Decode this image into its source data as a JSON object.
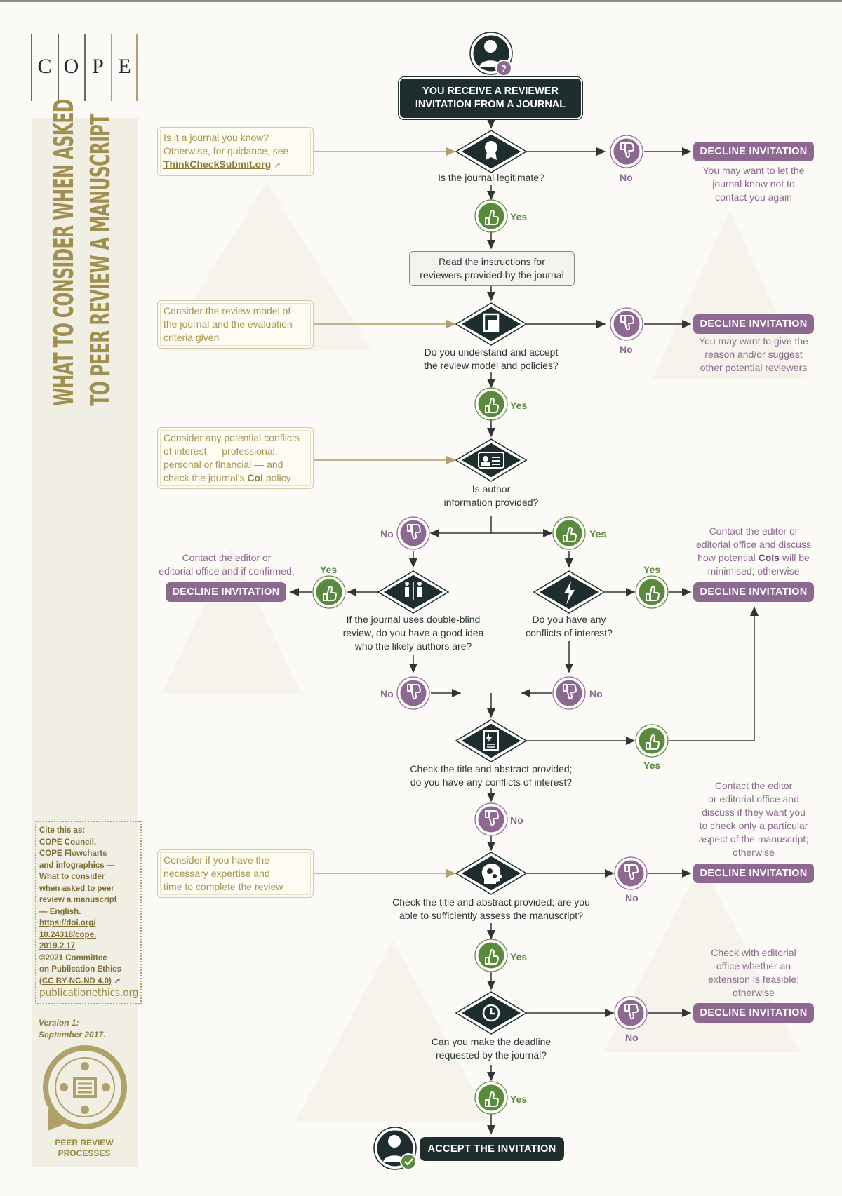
{
  "logo": {
    "letters": [
      "C",
      "O",
      "P",
      "E"
    ]
  },
  "side_title": [
    "WHAT TO CONSIDER WHEN ASKED",
    "TO PEER REVIEW A MANUSCRIPT"
  ],
  "citation": {
    "lines": [
      "Cite this as:",
      "COPE Council.",
      "COPE Flowcharts",
      "and infographics —",
      "What to consider",
      "when asked to peer",
      "review a manuscript",
      "— English."
    ],
    "doi_lines": [
      "https://doi.org/",
      "10.24318/cope.",
      "2019.2.17"
    ],
    "copyright_lines": [
      "©2021 Committee",
      "on Publication Ethics"
    ],
    "license": "(CC BY-NC-ND 4.0)",
    "site": "publicationethics.org"
  },
  "version": [
    "Version 1:",
    "September 2017."
  ],
  "badge_label": [
    "PEER REVIEW",
    "PROCESSES"
  ],
  "start": {
    "line1": "YOU RECEIVE A REVIEWER",
    "line2": "INVITATION FROM A JOURNAL"
  },
  "read_box": {
    "line1": "Read the instructions for",
    "line2": "reviewers provided by the journal"
  },
  "hints": {
    "h1": {
      "line1": "Is it a journal you know?",
      "line2": "Otherwise, for guidance, see",
      "link": "ThinkCheckSubmit.org"
    },
    "h2": {
      "line1": "Consider the review model of",
      "line2": "the journal and the evaluation",
      "line3": "criteria given"
    },
    "h3": {
      "line1": "Consider any potential conflicts",
      "line2": "of interest — professional,",
      "line3": "personal or financial — and",
      "line4a": "check the journal's ",
      "line4b": "CoI",
      "line4c": " policy"
    },
    "h4": {
      "line1": "Consider if you have the",
      "line2": "necessary expertise and",
      "line3": "time to complete the review"
    }
  },
  "questions": {
    "q1": "Is the journal legitimate?",
    "q2": {
      "line1": "Do you understand and accept",
      "line2": "the review model and policies?"
    },
    "q3": {
      "line1": "Is author",
      "line2": "information provided?"
    },
    "q4": {
      "line1": "If the journal uses double-blind",
      "line2": "review, do you have a good idea",
      "line3": "who the likely authors are?"
    },
    "q5": {
      "line1": "Do you have any",
      "line2": "conflicts of interest?"
    },
    "q6": {
      "line1": "Check the title and abstract provided;",
      "line2": "do you have any conflicts of interest?"
    },
    "q7": {
      "line1": "Check the title and abstract provided; are you",
      "line2": "able to sufficiently assess the manuscript?"
    },
    "q8": {
      "line1": "Can you make the deadline",
      "line2": "requested by the journal?"
    }
  },
  "decline_label": "DECLINE INVITATION",
  "notes": {
    "n1": {
      "line1": "You may want to let the",
      "line2": "journal know not to",
      "line3": "contact you again"
    },
    "n2": {
      "line1": "You may want to give the",
      "line2": "reason and/or suggest",
      "line3": "other potential reviewers"
    },
    "n3": {
      "line1": "Contact the editor or",
      "line2": "editorial office and if confirmed,"
    },
    "n4": {
      "line1": "Contact the editor or",
      "line2": "editorial office and discuss",
      "line3a": "how potential ",
      "line3b": "CoIs",
      "line3c": " will be",
      "line4": "minimised; otherwise"
    },
    "n5": {
      "line1": "Contact the editor",
      "line2": "or editorial office and",
      "line3": "discuss if they want you",
      "line4": "to check only a particular",
      "line5": "aspect of the manuscript;",
      "line6": "otherwise"
    },
    "n6": {
      "line1": "Check with editorial",
      "line2": "office whether an",
      "line3": "extension is feasible;",
      "line4": "otherwise"
    }
  },
  "yes_label": "Yes",
  "no_label": "No",
  "accept_label": "ACCEPT THE INVITATION",
  "colors": {
    "dark": "#1e2d2d",
    "green": "#5a8a3c",
    "purple": "#8d6890",
    "gold": "#b0a06a"
  },
  "icons": [
    "user-question-icon",
    "badge-icon",
    "document-icon",
    "id-card-icon",
    "people-icon",
    "lightning-icon",
    "document-lightning-icon",
    "head-gears-icon",
    "clock-icon",
    "user-check-icon",
    "thumbs-up-icon",
    "thumbs-down-icon"
  ]
}
